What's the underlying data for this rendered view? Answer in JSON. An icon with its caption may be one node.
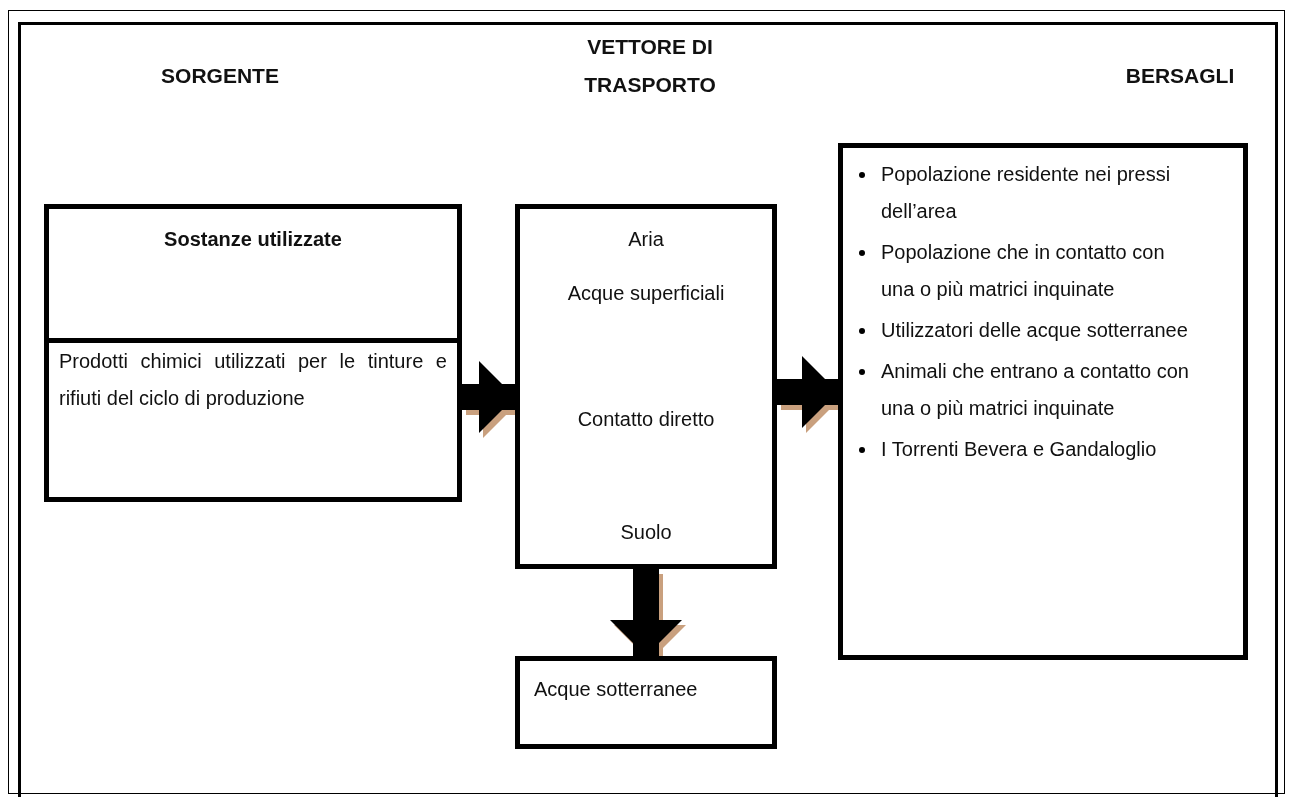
{
  "diagram": {
    "nodes": [
      {
        "text": [
          "Sostanze utilizzate"
        ]
      },
      {
        "text": [
          "Prodotti chimici utilizzati per le tinture e rifiuti del ciclo di produzione"
        ]
      },
      {
        "text": [
          "Aria",
          "Acque superficiali",
          "Contatto diretto",
          "Suolo"
        ]
      },
      {
        "text": [
          "Popolazione residente nei pressi dell’area",
          "Popolazione che in contatto con una o più matrici inquinate",
          "Utilizzatori delle acque sotterranee",
          "Animali che entrano a contatto con una o più matrici inquinate",
          "I Torrenti Bevera e Gandaloglio"
        ]
      },
      {
        "text": [
          "Acque sotterranee"
        ]
      }
    ],
    "edges": [
      {
        "from": 1,
        "to": 2,
        "arrow": "to"
      },
      {
        "from": 2,
        "to": 3,
        "arrow": "to"
      },
      {
        "from": 2,
        "to": 4,
        "arrow": "to"
      }
    ],
    "labels": [
      "SORGENTE",
      "VETTORE DI TRASPORTO",
      "BERSAGLI"
    ]
  }
}
